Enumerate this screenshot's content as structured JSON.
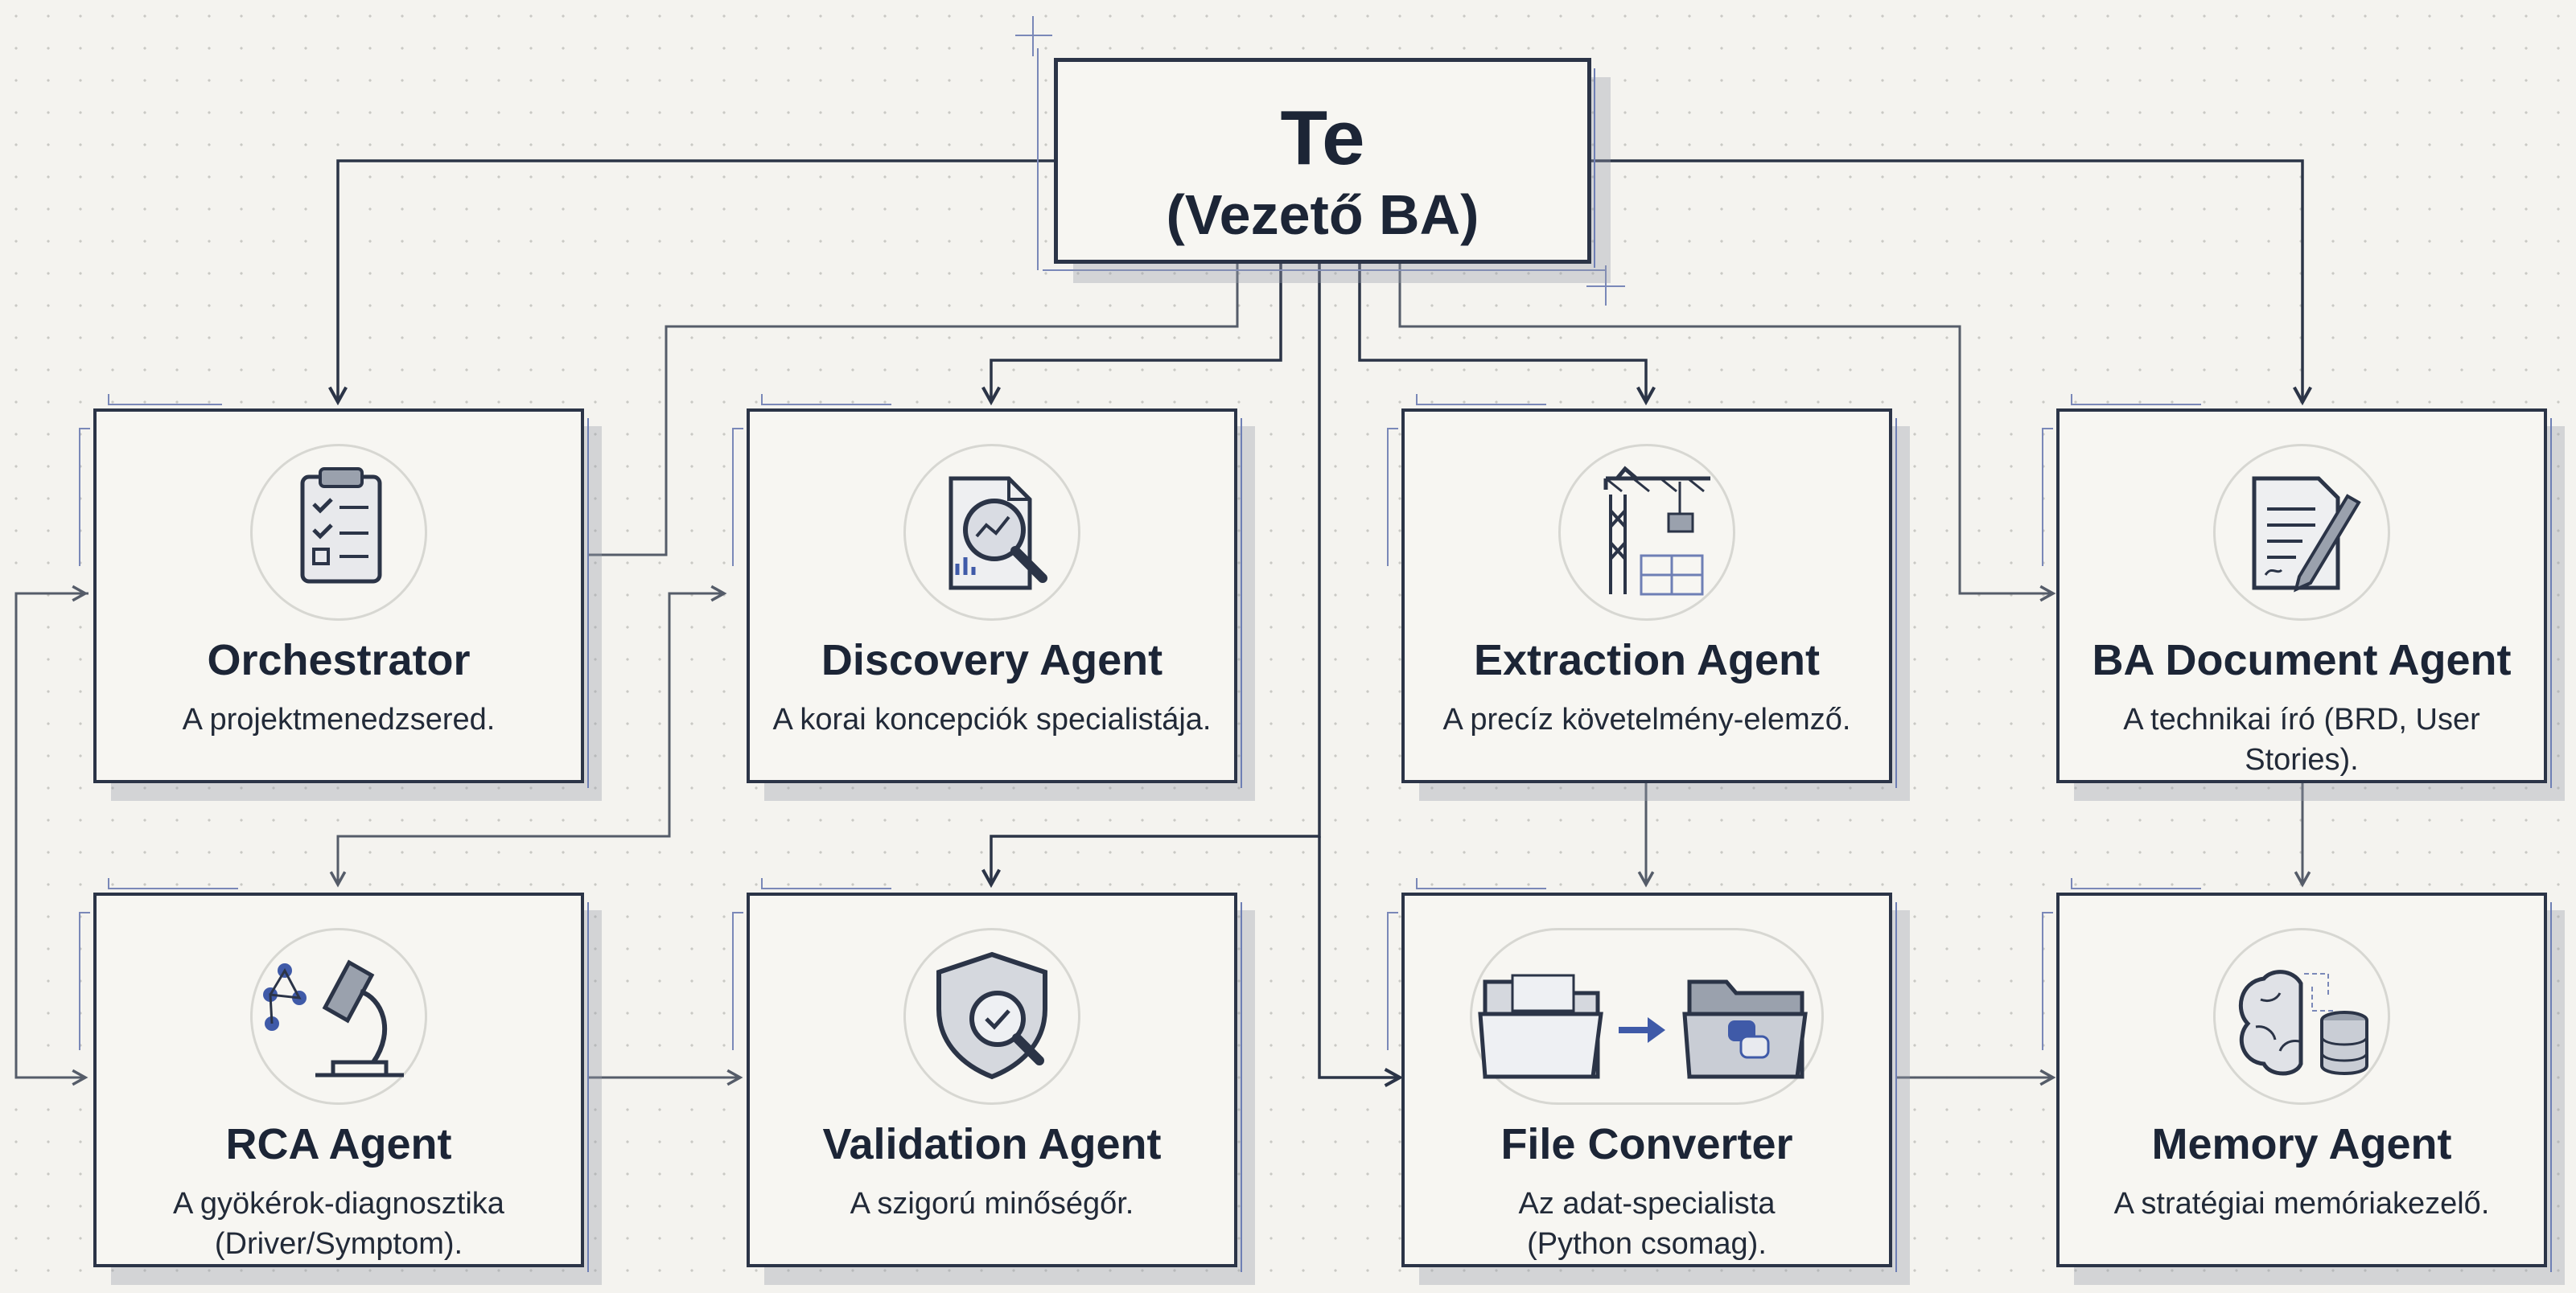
{
  "top": {
    "title": "Te",
    "subtitle": "(Vezető BA)"
  },
  "cards": [
    {
      "title": "Orchestrator",
      "desc": [
        "A projektmenedzsered."
      ],
      "icon": "clipboard-checklist-icon"
    },
    {
      "title": "Discovery Agent",
      "desc": [
        "A korai koncepciók specialistája."
      ],
      "icon": "document-magnifier-icon"
    },
    {
      "title": "Extraction Agent",
      "desc": [
        "A precíz követelmény-elemző."
      ],
      "icon": "crane-icon"
    },
    {
      "title": "BA Document Agent",
      "desc": [
        "A technikai író (BRD, User Stories)."
      ],
      "icon": "document-pen-icon"
    },
    {
      "title": "RCA Agent",
      "desc": [
        "A gyökérok-diagnosztika",
        "(Driver/Symptom)."
      ],
      "icon": "microscope-icon"
    },
    {
      "title": "Validation Agent",
      "desc": [
        "A szigorú minőségőr."
      ],
      "icon": "shield-check-icon"
    },
    {
      "title": "File Converter",
      "desc": [
        "Az adat-specialista",
        "(Python csomag)."
      ],
      "icon": "folder-convert-icon"
    },
    {
      "title": "Memory Agent",
      "desc": [
        "A stratégiai memóriakezelő."
      ],
      "icon": "brain-database-icon"
    }
  ],
  "colors": {
    "line": "#2b3447",
    "accent_blue": "#3f5aa8",
    "icon_gray": "#9aa1ad"
  }
}
